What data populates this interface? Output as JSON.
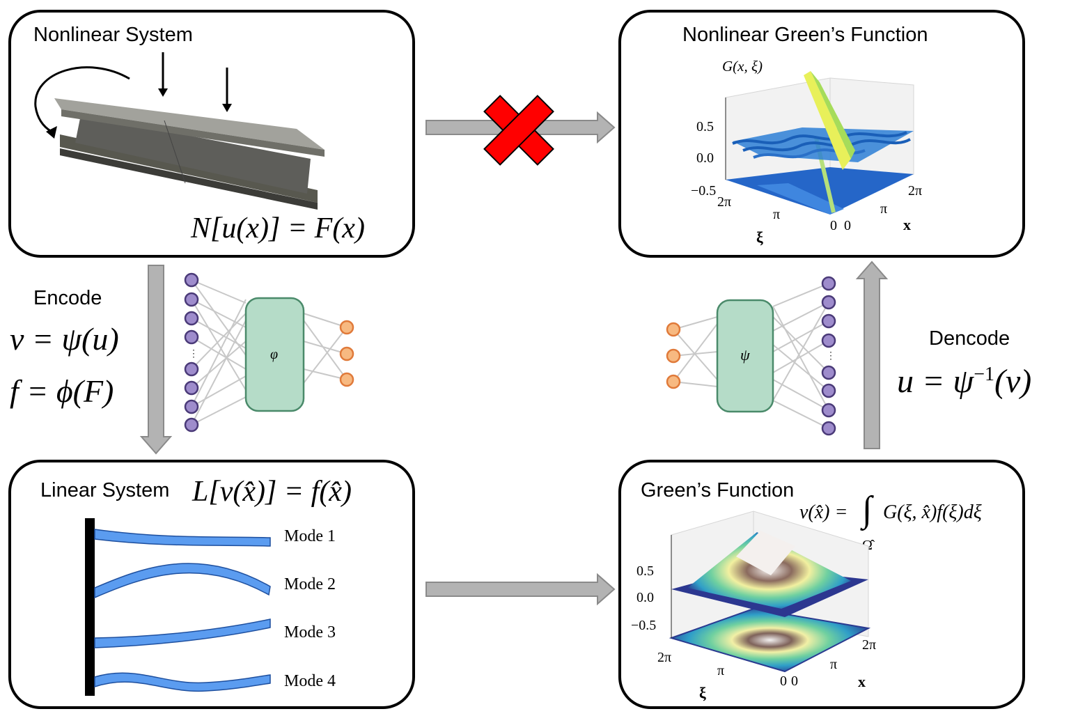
{
  "panels": {
    "nonlinear_system": {
      "title": "Nonlinear System",
      "equation": "N[u(x)] = F(x)"
    },
    "nonlinear_greens": {
      "title": "Nonlinear Green’s Function",
      "zlabel": "G(x, ξ)",
      "zticks": [
        "0.5",
        "0.0",
        "−0.5"
      ],
      "xi_ticks": [
        "2π",
        "π",
        "0"
      ],
      "x_ticks": [
        "0",
        "π",
        "2π"
      ],
      "xi_label": "ξ",
      "x_label": "x"
    },
    "linear_system": {
      "title": "Linear System",
      "equation": "L[v(x̂)] = f(x̂)",
      "modes": [
        "Mode 1",
        "Mode 2",
        "Mode 3",
        "Mode 4"
      ]
    },
    "greens_function": {
      "title": "Green’s Function",
      "equation_lhs": "v(x̂) =",
      "equation_rhs": "G(ξ, x̂)f(ξ)dξ",
      "domain": "Ω̂",
      "zticks": [
        "0.5",
        "0.0",
        "−0.5"
      ],
      "xi_ticks": [
        "2π",
        "π",
        "0"
      ],
      "x_ticks": [
        "0",
        "π",
        "2π"
      ],
      "xi_label": "ξ",
      "x_label": "x"
    }
  },
  "encode": {
    "label": "Encode",
    "eq1": "v = ψ(u)",
    "eq2": "f = ϕ(F)",
    "net_symbol": "φ"
  },
  "decode": {
    "label": "Dencode",
    "eq": "u = ψ",
    "eq_sup": "−1",
    "eq_tail": "(v)",
    "net_symbol": "ψ"
  },
  "colors": {
    "arrow": "#b3b3b3",
    "cross": "#ff0000",
    "node_purple": "#9e8ccc",
    "node_orange": "#f7b981",
    "net_box": "#b5dcc8",
    "mode": "#5b9cf0",
    "beam": "#5e5e5a"
  }
}
